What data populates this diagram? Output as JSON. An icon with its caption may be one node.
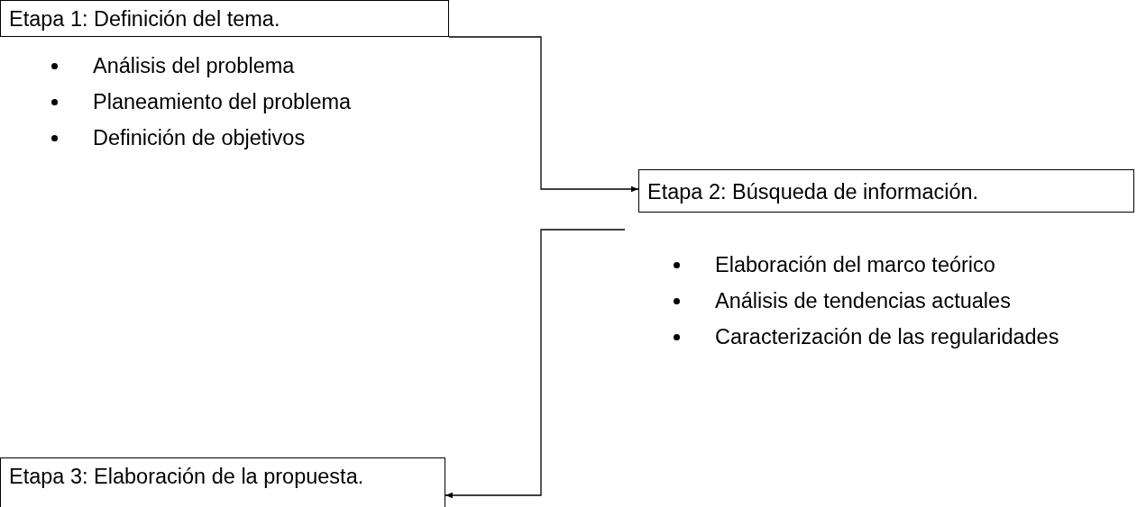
{
  "diagram": {
    "nodes": [
      {
        "text": [
          "Etapa 1: Definición del tema."
        ],
        "beside": [
          "Análisis del problema",
          "Planeamiento del problema",
          "Definición de objetivos"
        ]
      },
      {
        "text": [
          "Etapa 2: Búsqueda de información."
        ],
        "beside": [
          "Elaboración del marco teórico",
          "Análisis de tendencias actuales",
          "Caracterización de las regularidades"
        ]
      },
      {
        "text": [
          "Etapa 3: Elaboración de la propuesta."
        ]
      }
    ],
    "edges": [
      {
        "from": 0,
        "to": 1,
        "arrow": "to"
      },
      {
        "from": 1,
        "to": 2,
        "arrow": "to"
      }
    ]
  }
}
